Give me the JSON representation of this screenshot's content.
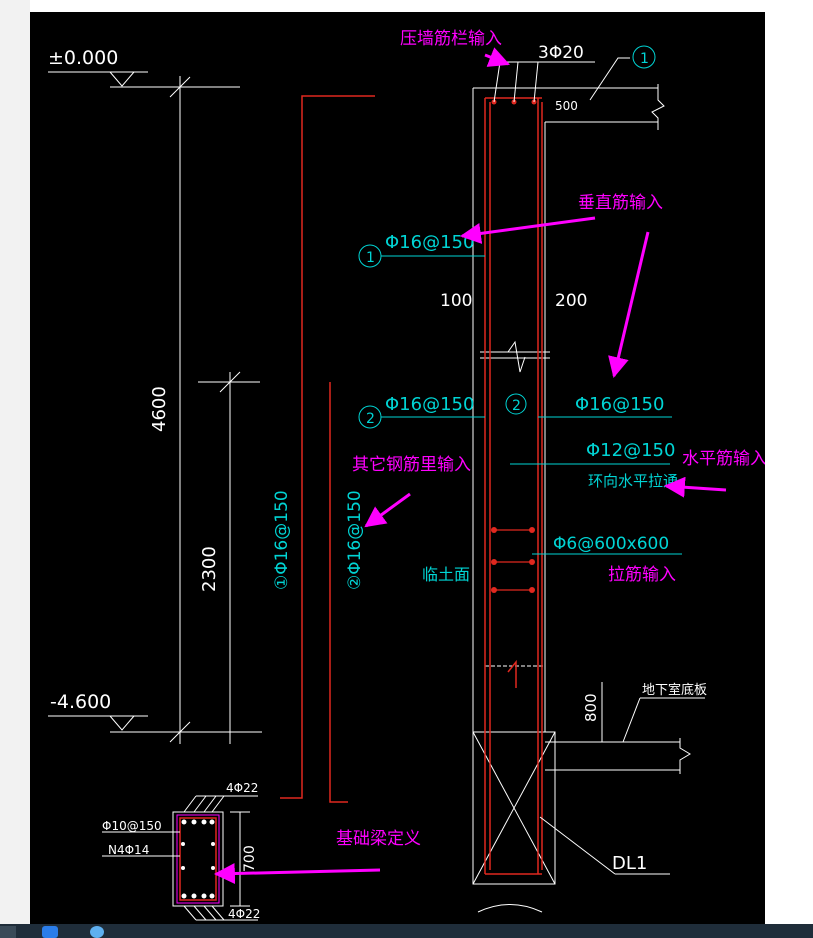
{
  "drawing": {
    "levels": {
      "top": "±0.000",
      "bottom": "-4.600"
    },
    "dimensions": {
      "total_height": "4600",
      "lower_height": "2300",
      "left_offset": "100",
      "right_offset": "200",
      "slab_width": "500",
      "beam_height": "700",
      "floor_offset": "800"
    },
    "rebar": {
      "top_bars": "3Φ20",
      "vertical_1": "Φ16@150",
      "vertical_2_left": "Φ16@150",
      "vertical_2_right": "Φ16@150",
      "horizontal": "Φ12@150",
      "horizontal_note": "环向水平拉通",
      "tie": "Φ6@600x600",
      "vert_label_1": "①Φ16@150",
      "vert_label_2": "②Φ16@150",
      "beam_top": "4Φ22",
      "beam_bottom": "4Φ22",
      "beam_stirrup": "Φ10@150",
      "beam_side": "N4Φ14"
    },
    "markers": {
      "m1_top": "1",
      "m1_left": "1",
      "m2_left": "2",
      "m2_center": "2"
    },
    "labels": {
      "soil_face": "临土面",
      "basement_slab": "地下室底板",
      "beam_id": "DL1"
    },
    "annotations": {
      "top_bar_input": "压墙筋栏输入",
      "vertical_input": "垂直筋输入",
      "other_rebar_input": "其它钢筋里输入",
      "horizontal_input": "水平筋输入",
      "tie_input": "拉筋输入",
      "beam_definition": "基础梁定义"
    }
  },
  "colors": {
    "background": "#000000",
    "lines": "#ffffff",
    "rebar": "#e0281f",
    "annotation": "#ff00ff",
    "dim_text": "#00d4d4"
  },
  "taskbar_icons": [
    "app-icon",
    "blue-app-icon",
    "browser-icon"
  ]
}
